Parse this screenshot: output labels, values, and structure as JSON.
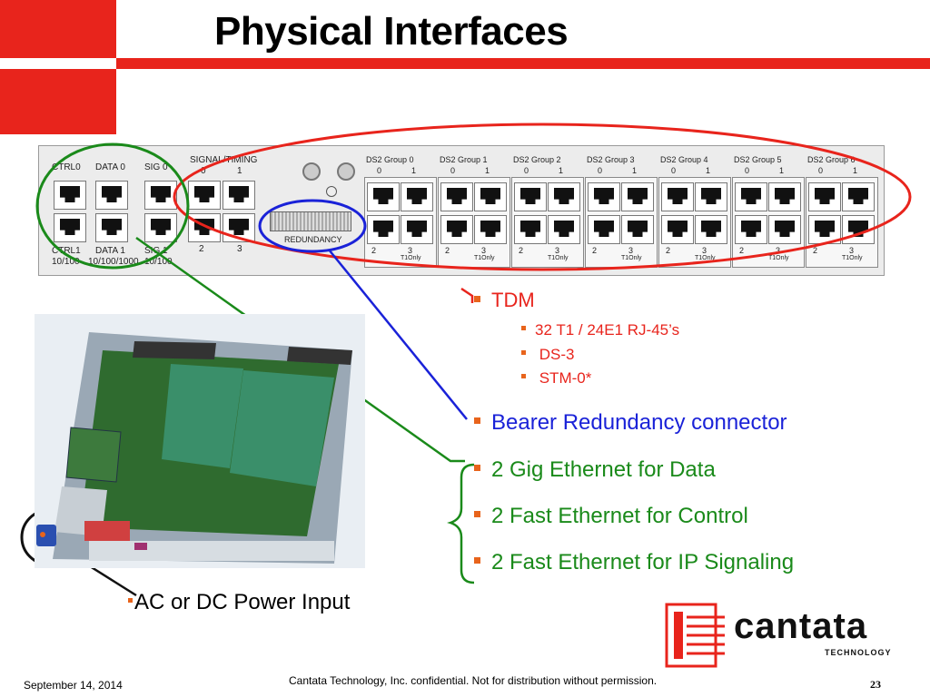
{
  "slide": {
    "title": "Physical Interfaces",
    "accent_color": "#e8241c",
    "bullet_color": "#e8641c"
  },
  "panel": {
    "left_labels_top": [
      "CTRL0",
      "DATA 0",
      "SIG 0"
    ],
    "left_labels_bottom": [
      "CTRL1",
      "DATA 1",
      "SIG 1"
    ],
    "left_speeds": [
      "10/100",
      "10/100/1000",
      "10/100"
    ],
    "signal_timing": "SIGNAL/TIMING",
    "redundancy": "REDUNDANCY",
    "port_nums_top": [
      "0",
      "1"
    ],
    "port_nums_bottom": [
      "2",
      "3"
    ],
    "t1_only": "T1Only",
    "ds2_groups": [
      "DS2 Group 0",
      "DS2 Group 1",
      "DS2 Group 2",
      "DS2 Group 3",
      "DS2 Group 4",
      "DS2 Group 5",
      "DS2 Group 6"
    ]
  },
  "bullets": {
    "tdm": "TDM",
    "tdm_sub": [
      "32 T1 / 24E1 RJ-45’s",
      " DS-3",
      " STM-0*"
    ],
    "bearer": "Bearer Redundancy connector",
    "gig": "2 Gig Ethernet for Data",
    "fast_ctrl": "2 Fast Ethernet for Control",
    "fast_ip": "2 Fast Ethernet for IP Signaling",
    "power": "AC or DC Power Input"
  },
  "colors": {
    "tdm_text": "#e8241c",
    "bearer_text": "#1a22d8",
    "ethernet_text": "#1a8a1a",
    "red_circle": "#e8241c",
    "blue_circle": "#1a22d8",
    "green_circle": "#1a8a1a"
  },
  "logo": {
    "name": "cantata",
    "tagline": "TECHNOLOGY"
  },
  "footer": {
    "date": "September 14, 2014",
    "confidential": "Cantata Technology, Inc. confidential. Not for distribution without permission.",
    "page": "23"
  }
}
